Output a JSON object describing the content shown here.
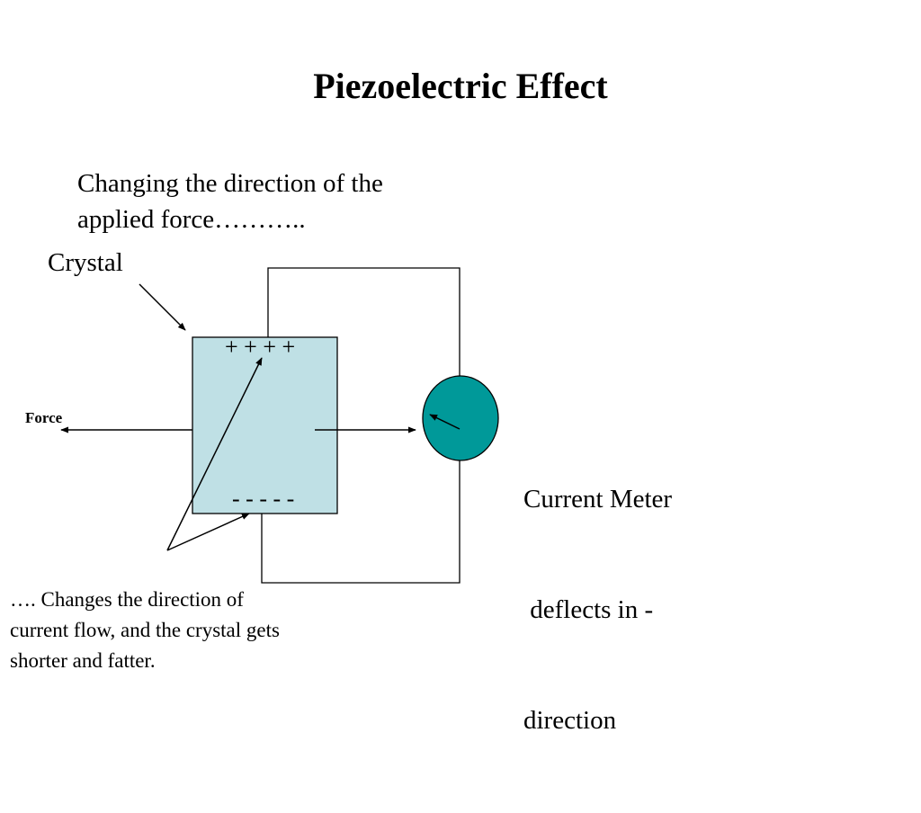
{
  "slide": {
    "title": "Piezoelectric Effect",
    "intro_lines": [
      "Changing the direction of the",
      "applied force……….."
    ],
    "crystal_label": "Crystal",
    "plus_signs": "+ + + +",
    "minus_signs": "- - - - -",
    "force_label": "Force",
    "meter_caption_lines": [
      "Current Meter",
      " deflects in -",
      "direction"
    ],
    "bottom_caption_lines": [
      "…. Changes the direction of",
      "current flow, and the crystal gets",
      "shorter and fatter."
    ]
  },
  "colors": {
    "crystal_fill": "#bfe0e5",
    "meter_fill": "#009999",
    "line": "#000000"
  },
  "icons": {
    "meter": "current-meter-icon",
    "needle": "meter-needle-icon"
  }
}
